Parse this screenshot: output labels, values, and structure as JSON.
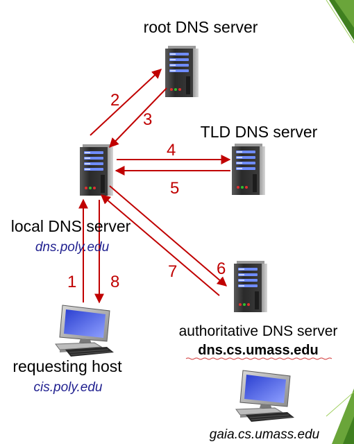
{
  "colors": {
    "arrow": "#c00000",
    "step_number": "#c00000",
    "hostname": "#1f1f8f",
    "label": "#000000",
    "slide_accent_dark": "#3f7f1f",
    "slide_accent_light": "#9fcf5f"
  },
  "nodes": {
    "root_server": {
      "label": "root DNS server",
      "icon": "server-icon"
    },
    "tld_server": {
      "label": "TLD DNS server",
      "icon": "server-icon"
    },
    "local_server": {
      "label": "local DNS server",
      "hostname": "dns.poly.edu",
      "icon": "server-icon"
    },
    "auth_server": {
      "label": "authoritative DNS server",
      "hostname": "dns.cs.umass.edu",
      "icon": "server-icon"
    },
    "requesting_host": {
      "label": "requesting host",
      "hostname": "cis.poly.edu",
      "icon": "desktop-computer-icon"
    },
    "gaia_host": {
      "hostname": "gaia.cs.umass.edu",
      "icon": "desktop-computer-icon"
    }
  },
  "steps": [
    "1",
    "2",
    "3",
    "4",
    "5",
    "6",
    "7",
    "8"
  ]
}
